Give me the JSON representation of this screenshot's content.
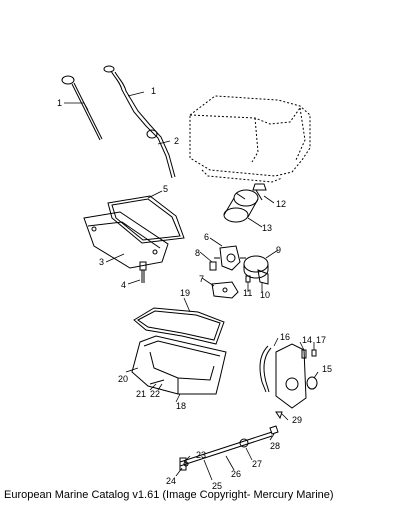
{
  "caption": "European Marine Catalog v1.61 (Image Copyright- Mercury Marine)",
  "callouts": {
    "c1a": "1",
    "c1b": "1",
    "c2": "2",
    "c3": "3",
    "c4": "4",
    "c5": "5",
    "c6": "6",
    "c7": "7",
    "c8": "8",
    "c9": "9",
    "c10": "10",
    "c11": "11",
    "c12": "12",
    "c13": "13",
    "c14": "14",
    "c15": "15",
    "c16": "16",
    "c17": "17",
    "c18": "18",
    "c19": "19",
    "c20": "20",
    "c21": "21",
    "c22": "22",
    "c23": "23",
    "c24": "24",
    "c25": "25",
    "c26": "26",
    "c27": "27",
    "c28": "28",
    "c29": "29"
  }
}
